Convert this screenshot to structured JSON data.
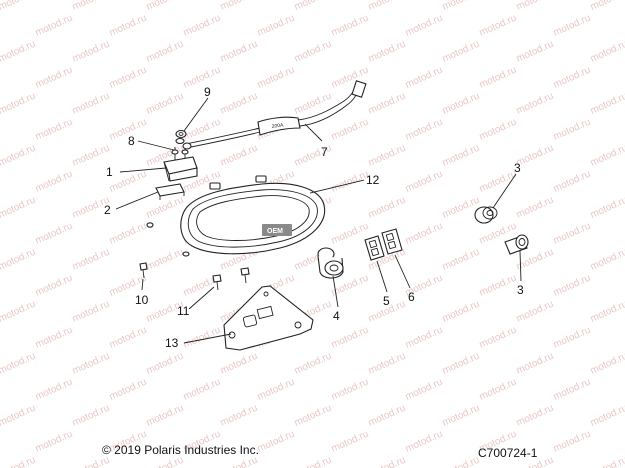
{
  "watermark": {
    "text": "motod.ru",
    "color": "#e9c7c7"
  },
  "callouts": [
    {
      "number": "1",
      "part": "solenoid"
    },
    {
      "number": "2",
      "part": "bracket"
    },
    {
      "number": "3",
      "part": "power-outlet"
    },
    {
      "number": "3",
      "part": "power-outlet"
    },
    {
      "number": "4",
      "part": "ignition-switch"
    },
    {
      "number": "5",
      "part": "switch"
    },
    {
      "number": "6",
      "part": "switch"
    },
    {
      "number": "7",
      "part": "battery-cable"
    },
    {
      "number": "8",
      "part": "stud"
    },
    {
      "number": "9",
      "part": "nut"
    },
    {
      "number": "10",
      "part": "screw"
    },
    {
      "number": "11",
      "part": "screw"
    },
    {
      "number": "12",
      "part": "instrument-cluster"
    },
    {
      "number": "13",
      "part": "mounting-plate"
    }
  ],
  "cable_label": "200A",
  "badge_label": "OEM",
  "footer": {
    "copyright": "© 2019 Polaris Industries Inc.",
    "figure_id": "C700724-1"
  }
}
